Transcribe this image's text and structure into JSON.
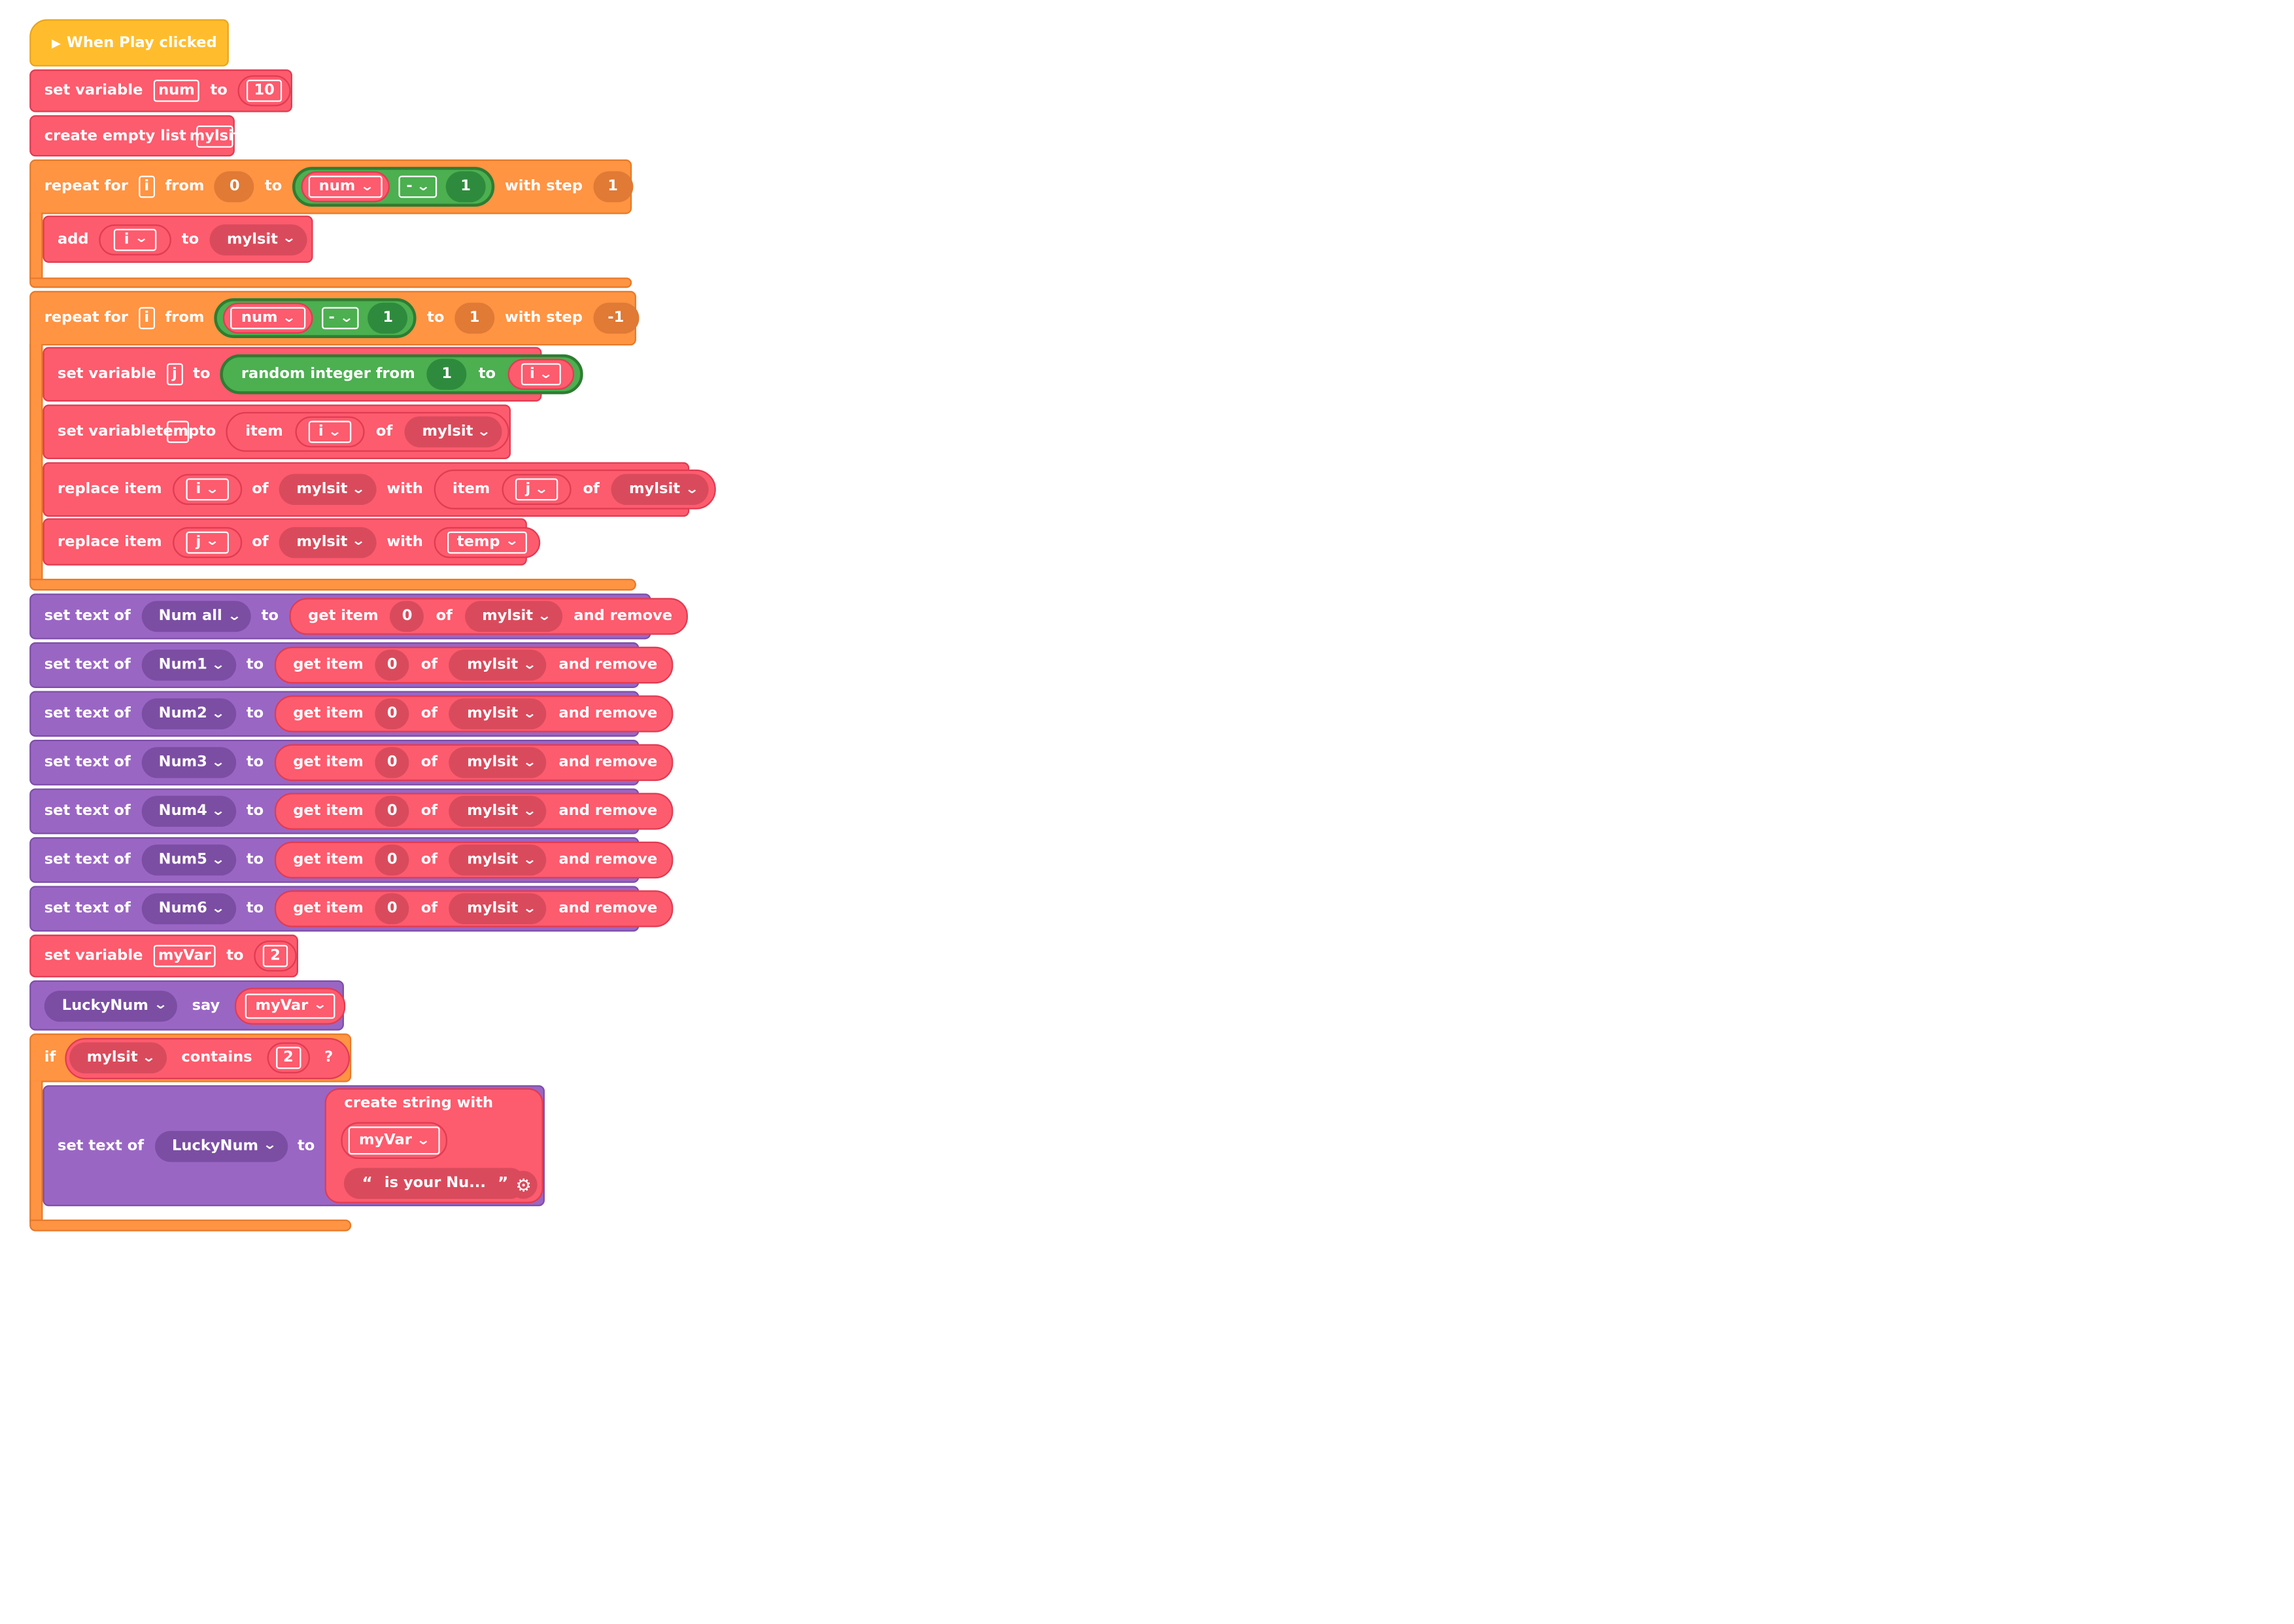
{
  "event": {
    "play_icon": "play-icon",
    "label": "When Play clicked"
  },
  "kw": {
    "set_variable": "set variable",
    "to": "to",
    "create_empty_list": "create empty list",
    "repeat_for": "repeat for",
    "from": "from",
    "with_step": "with step",
    "add": "add",
    "random_integer_from": "random integer from",
    "item": "item",
    "of": "of",
    "replace_item": "replace item",
    "with": "with",
    "set_text_of": "set text of",
    "get_item": "get item",
    "and_remove": "and remove",
    "say": "say",
    "if": "if",
    "contains": "contains",
    "question": "?",
    "create_string_with": "create string with",
    "open_quote": "“",
    "close_quote": "”"
  },
  "vars": {
    "num": "num",
    "mylsit": "mylsit",
    "i": "i",
    "j": "j",
    "temp": "temp",
    "myVar": "myVar"
  },
  "values": {
    "ten": "10",
    "zero": "0",
    "one": "1",
    "minus_one": "-1",
    "two": "2",
    "op_minus": "-"
  },
  "components": {
    "num_all": "Num all",
    "num1": "Num1",
    "num2": "Num2",
    "num3": "Num3",
    "num4": "Num4",
    "num5": "Num5",
    "num6": "Num6",
    "lucky": "LuckyNum"
  },
  "text_literal": "is your Nu...",
  "icons": {
    "dropdown": "chevron-down-icon",
    "settings": "gear-icon"
  },
  "colors": {
    "control": "#ff9443",
    "event": "#ffbd2e",
    "variable": "#fd5b6e",
    "component": "#9a66c4",
    "math": "#4caf50"
  }
}
